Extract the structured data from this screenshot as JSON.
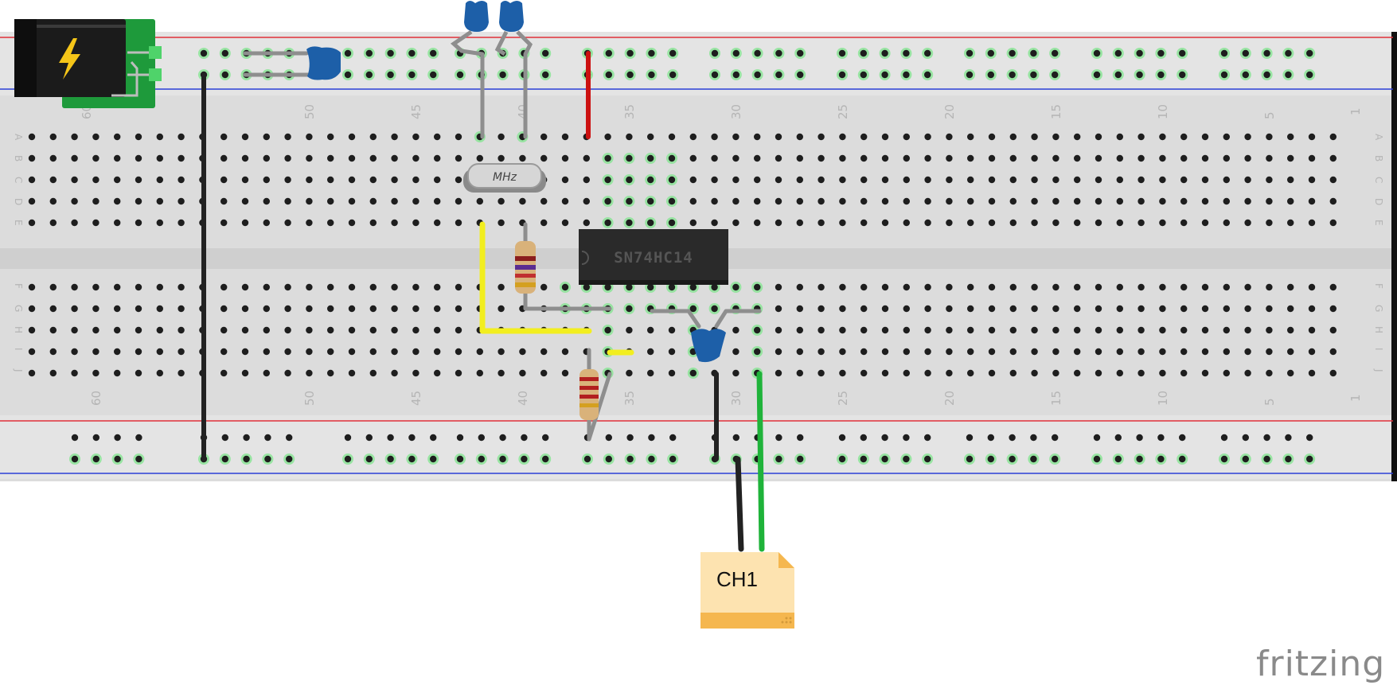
{
  "diagram": {
    "chip_label": "SN74HC14",
    "crystal_label": "MHz",
    "probe_label": "CH1",
    "logo": "fritzing",
    "top_column_numbers": [
      "60",
      "50",
      "45",
      "40",
      "35",
      "30",
      "25",
      "20",
      "15",
      "10",
      "5",
      "1"
    ],
    "bottom_column_numbers": [
      "60",
      "50",
      "45",
      "40",
      "35",
      "30",
      "25",
      "20",
      "15",
      "10",
      "5",
      "1"
    ],
    "row_letters_top": [
      "A",
      "B",
      "C",
      "D",
      "E"
    ],
    "row_letters_bottom": [
      "F",
      "G",
      "H",
      "I",
      "J"
    ]
  },
  "colors": {
    "board": "#dcdcdc",
    "rail_red": "#e0303a",
    "rail_blue": "#2b3fd6",
    "wire_black": "#222222",
    "wire_red": "#cc1111",
    "wire_yellow": "#f2ee1f",
    "wire_green": "#1fb33a",
    "wire_gray": "#8e8e8e",
    "capacitor": "#1d5fa8",
    "chip": "#2a2a2a",
    "probe": "#fde3b0",
    "probe_band": "#f5b74f",
    "power_green": "#1e9a3b"
  },
  "icons": {
    "power_jack": "lightning-bolt-icon"
  }
}
